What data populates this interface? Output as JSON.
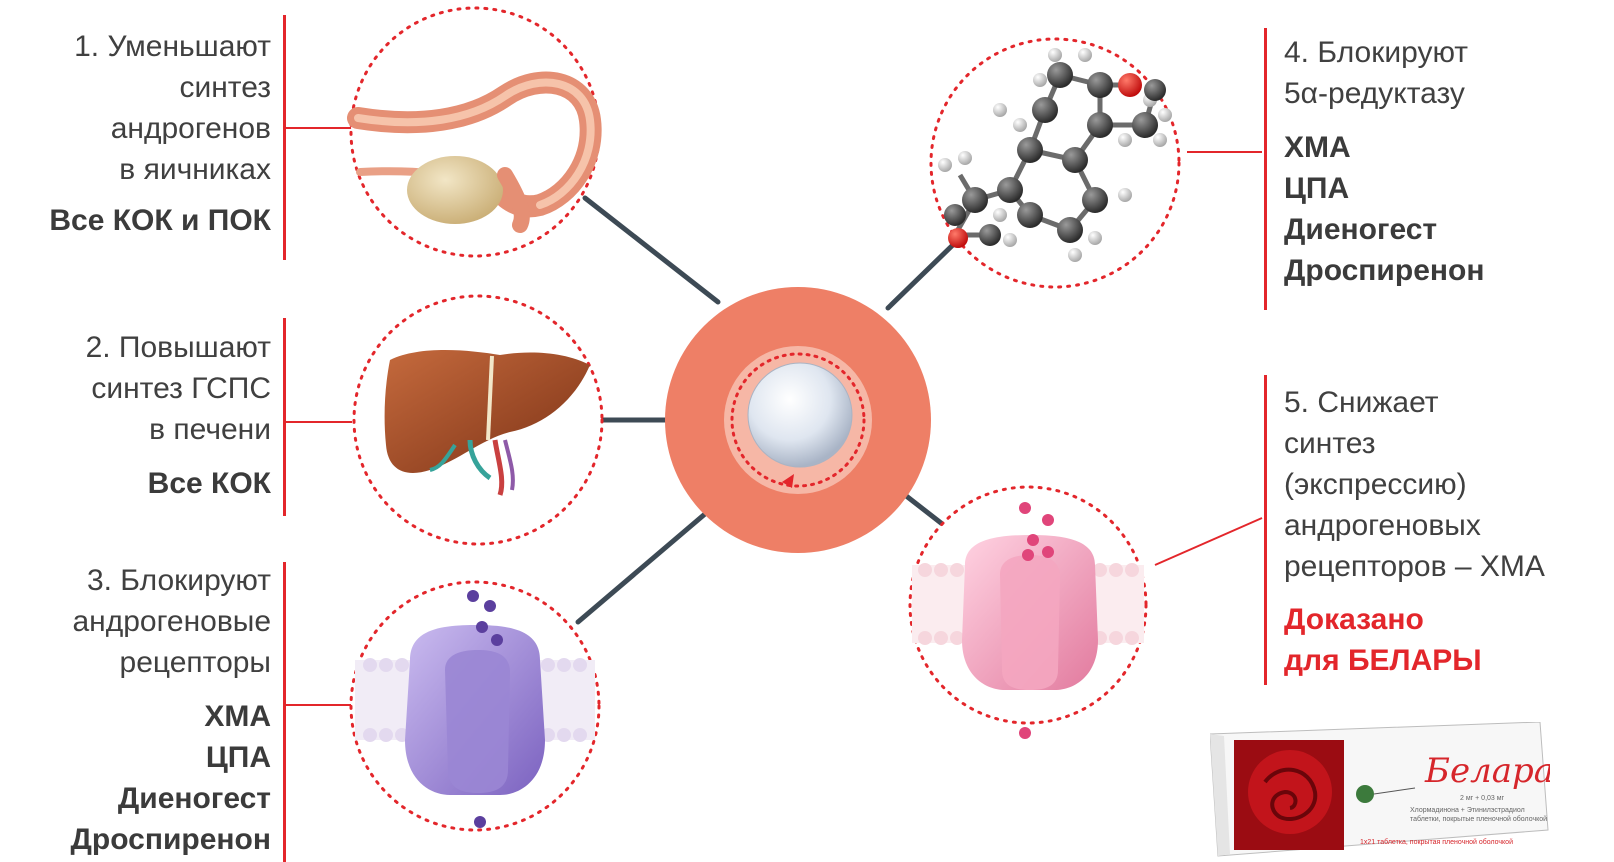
{
  "items": [
    {
      "number_text": "1. Уменьшают",
      "lines": [
        "1. Уменьшают",
        "синтез",
        "андрогенов",
        "в яичниках"
      ],
      "agents": [
        "Все КОК и ПОК"
      ],
      "image": "ovary-icon"
    },
    {
      "lines": [
        "2. Повышают",
        "синтез ГСПС",
        "в печени"
      ],
      "agents": [
        "Все КОК"
      ],
      "image": "liver-icon"
    },
    {
      "lines": [
        "3. Блокируют",
        "андрогеновые",
        "рецепторы"
      ],
      "agents": [
        "ХМА",
        "ЦПА",
        "Диеногест",
        "Дроспиренон"
      ],
      "image": "receptor-purple-icon"
    },
    {
      "lines": [
        "4. Блокируют",
        "5α-редуктазу"
      ],
      "agents": [
        "ХМА",
        "ЦПА",
        "Диеногест",
        "Дроспиренон"
      ],
      "image": "molecule-icon"
    },
    {
      "lines": [
        "5. Снижает",
        "синтез",
        "(экспрессию)",
        "андрогеновых",
        "рецепторов – ХМА"
      ],
      "highlight": [
        "Доказано",
        "для БЕЛАРЫ"
      ],
      "image": "receptor-pink-icon"
    }
  ],
  "center": {
    "image": "pill-icon"
  },
  "product": {
    "image": "belara-package-icon",
    "brand": "Белара",
    "strength": "2 мг + 0,03 мг",
    "desc1": "Хлормадинона + Этинилэстрадиол",
    "desc2": "таблетки, покрытые пленочной оболочкой",
    "footer": "1х21 таблетка, покрытая пленочной оболочкой"
  },
  "colors": {
    "accent_red": "#e3262b",
    "center_salmon": "#ee7f66",
    "connector": "#3d4a55"
  }
}
